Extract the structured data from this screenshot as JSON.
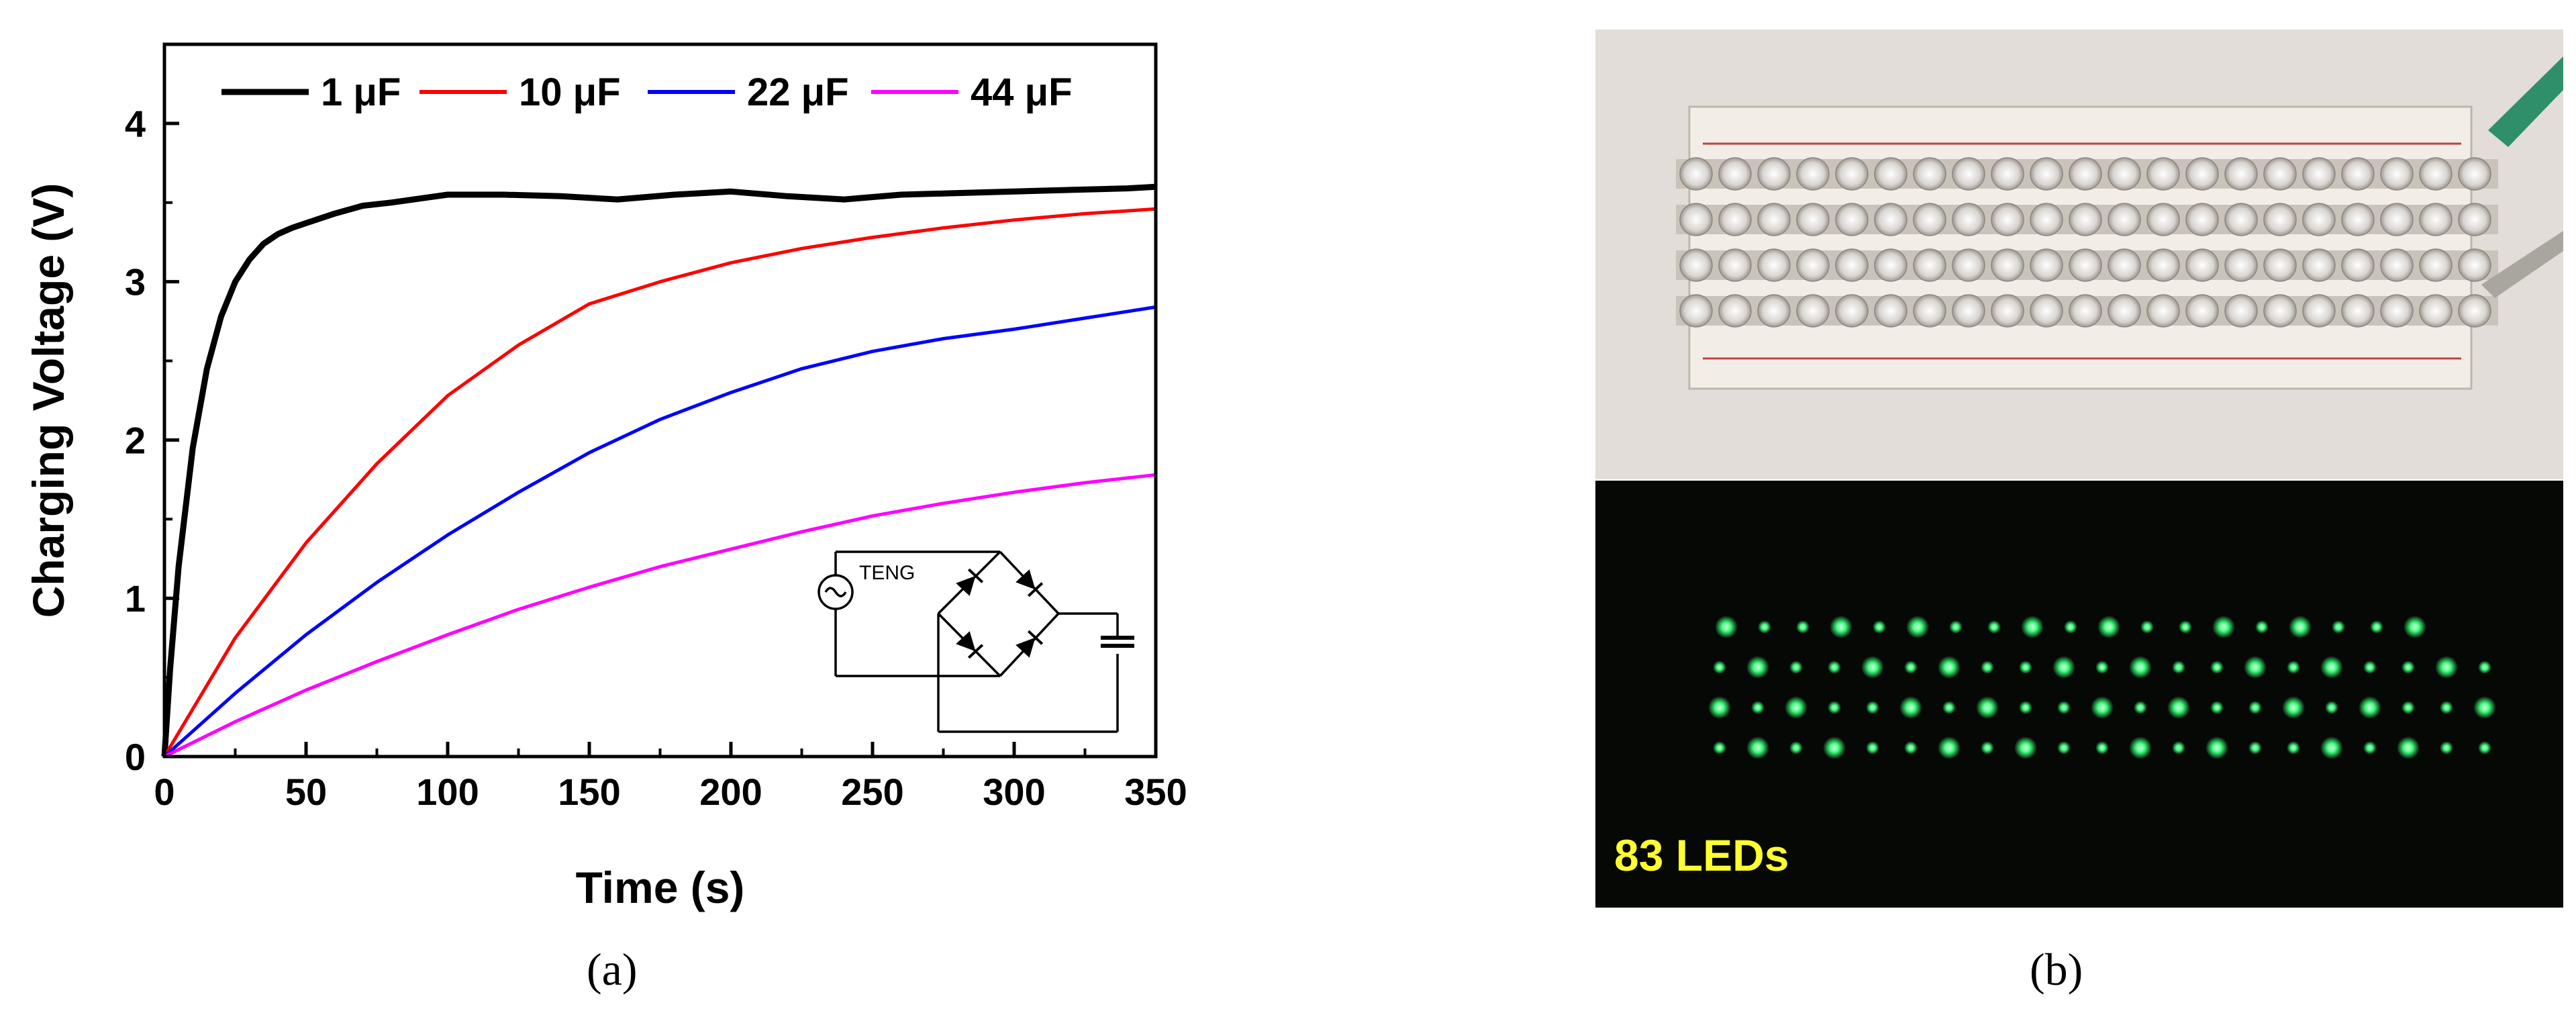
{
  "chart_data": {
    "type": "line",
    "xlabel": "Time (s)",
    "ylabel": "Charging Voltage (V)",
    "xlim": [
      0,
      350
    ],
    "ylim": [
      0,
      4.5
    ],
    "xticks": [
      0,
      50,
      100,
      150,
      200,
      250,
      300,
      350
    ],
    "yticks": [
      0,
      1,
      2,
      3,
      4
    ],
    "grid": false,
    "legend": "top, horizontal",
    "series": [
      {
        "name": "1 μF",
        "color": "#000000",
        "x": [
          0,
          2,
          5,
          10,
          15,
          20,
          25,
          30,
          35,
          40,
          45,
          50,
          60,
          70,
          80,
          100,
          120,
          140,
          160,
          180,
          200,
          220,
          240,
          260,
          280,
          300,
          320,
          340,
          350
        ],
        "y": [
          0,
          0.55,
          1.2,
          1.95,
          2.45,
          2.78,
          3.0,
          3.14,
          3.24,
          3.3,
          3.34,
          3.37,
          3.43,
          3.48,
          3.5,
          3.55,
          3.55,
          3.54,
          3.52,
          3.55,
          3.57,
          3.54,
          3.52,
          3.55,
          3.56,
          3.57,
          3.58,
          3.59,
          3.6
        ]
      },
      {
        "name": "10 μF",
        "color": "#ff0000",
        "x": [
          0,
          25,
          50,
          75,
          100,
          125,
          150,
          175,
          200,
          225,
          250,
          275,
          300,
          325,
          350
        ],
        "y": [
          0,
          0.75,
          1.35,
          1.85,
          2.28,
          2.6,
          2.86,
          3.0,
          3.12,
          3.21,
          3.28,
          3.34,
          3.39,
          3.43,
          3.46
        ]
      },
      {
        "name": "22 μF",
        "color": "#0000ff",
        "x": [
          0,
          25,
          50,
          75,
          100,
          125,
          150,
          175,
          200,
          225,
          250,
          275,
          300,
          325,
          350
        ],
        "y": [
          0,
          0.4,
          0.77,
          1.1,
          1.4,
          1.67,
          1.92,
          2.13,
          2.3,
          2.45,
          2.56,
          2.64,
          2.7,
          2.77,
          2.84
        ]
      },
      {
        "name": "44 μF",
        "color": "#ff00ff",
        "x": [
          0,
          25,
          50,
          75,
          100,
          125,
          150,
          175,
          200,
          225,
          250,
          275,
          300,
          325,
          350
        ],
        "y": [
          0,
          0.22,
          0.42,
          0.6,
          0.77,
          0.93,
          1.07,
          1.2,
          1.31,
          1.42,
          1.52,
          1.6,
          1.67,
          1.73,
          1.78
        ]
      }
    ],
    "inset": {
      "source_label": "TENG",
      "content": "circuit diagram: TENG source, diode bridge rectifier, capacitor"
    }
  },
  "panels": {
    "a_label": "(a)",
    "b_label": "(b)"
  },
  "photo": {
    "caption": "83 LEDs",
    "led_rows": 4,
    "led_count": 83,
    "led_color": "#3cff7a"
  }
}
